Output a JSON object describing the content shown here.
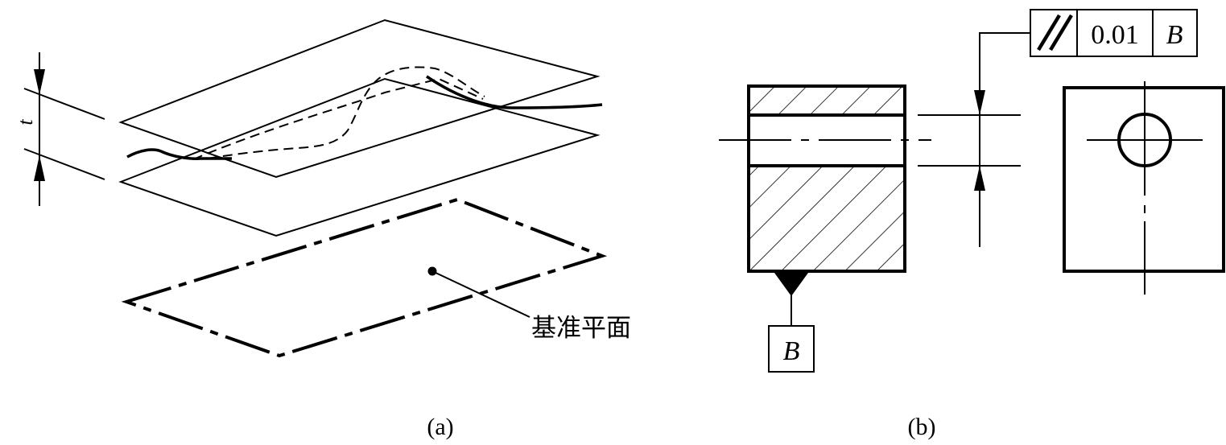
{
  "figure": {
    "panel_a": {
      "caption": "(a)",
      "tolerance_symbol": "t",
      "datum_plane_label": "基准平面"
    },
    "panel_b": {
      "caption": "(b)",
      "feature_control_frame": {
        "symbol_name": "parallelism",
        "symbol": "//",
        "tolerance_value": "0.01",
        "datum_reference": "B"
      },
      "datum_label": "B"
    },
    "colors": {
      "ink": "#000000",
      "background": "#ffffff"
    }
  }
}
